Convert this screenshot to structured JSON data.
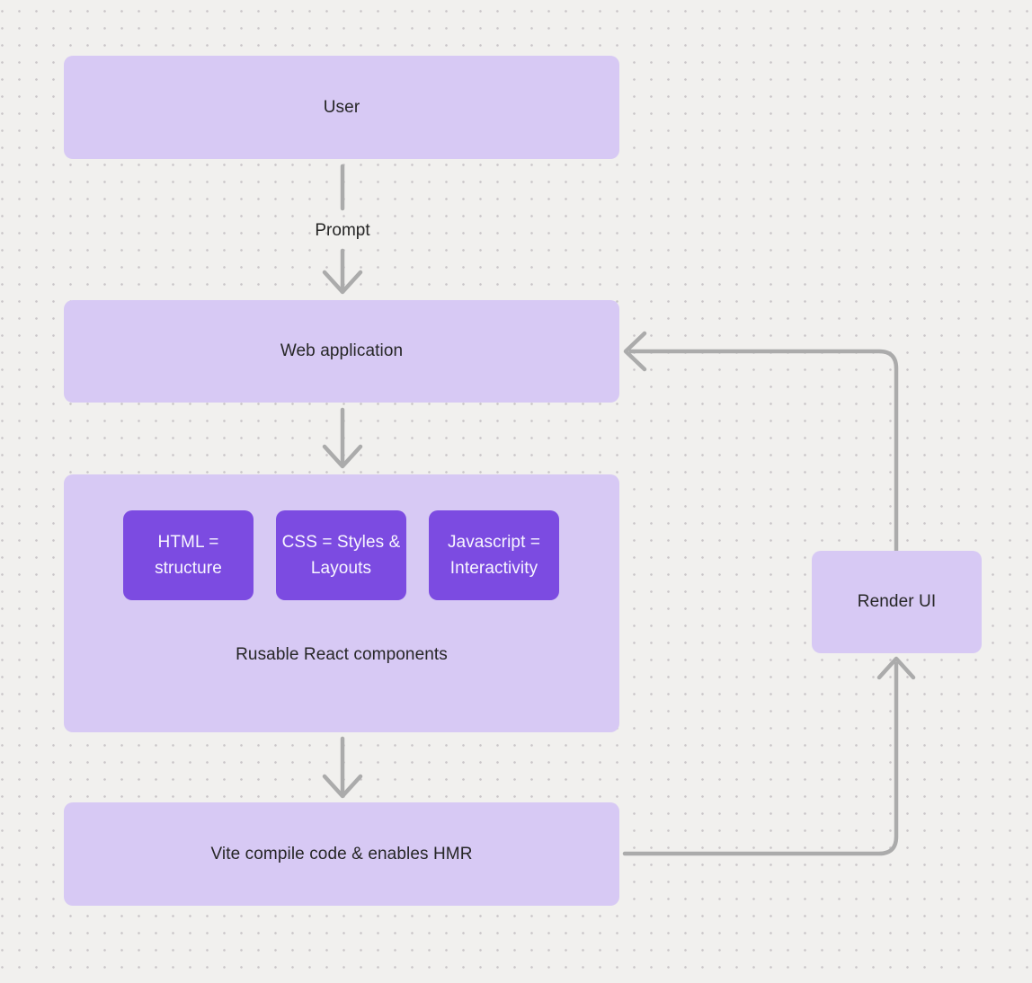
{
  "diagram": {
    "nodes": {
      "user": {
        "label": "User"
      },
      "web_application": {
        "label": "Web application"
      },
      "components": {
        "chips": [
          {
            "label": "HTML = structure"
          },
          {
            "label": "CSS = Styles & Layouts"
          },
          {
            "label": "Javascript = Interactivity"
          }
        ],
        "caption": "Rusable React components"
      },
      "vite": {
        "label": "Vite compile code & enables HMR"
      },
      "render_ui": {
        "label": "Render UI"
      }
    },
    "edge_labels": {
      "user_to_webapp": "Prompt"
    },
    "colors": {
      "background": "#f1f0ee",
      "dot": "#c9c5c8",
      "node_fill": "#d7c9f4",
      "node_text": "#262626",
      "chip_fill": "#7c4be1",
      "chip_text": "#f8f6ff",
      "connector": "#ababab"
    }
  }
}
